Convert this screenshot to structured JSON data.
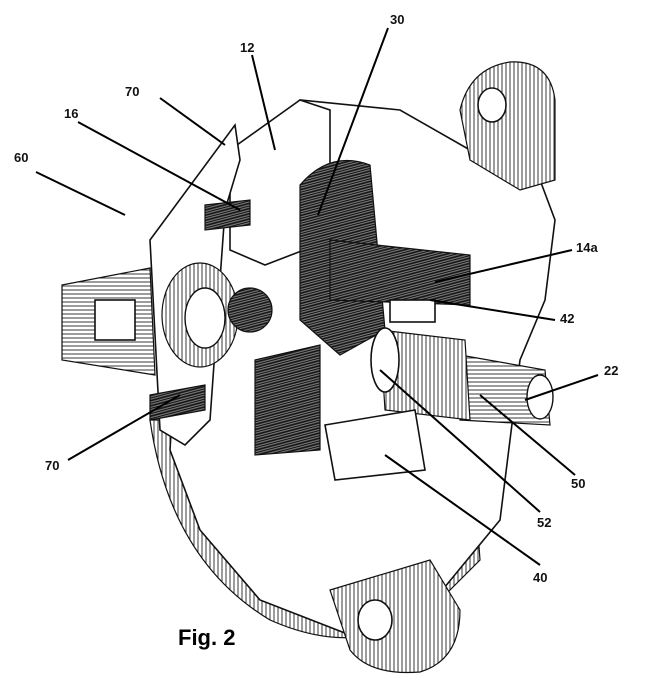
{
  "figure": {
    "caption": "Fig. 2",
    "labels": {
      "l30": "30",
      "l12": "12",
      "l70a": "70",
      "l16": "16",
      "l60": "60",
      "l14a": "14a",
      "l42": "42",
      "l22": "22",
      "l50": "50",
      "l52": "52",
      "l40": "40",
      "l70b": "70"
    }
  }
}
